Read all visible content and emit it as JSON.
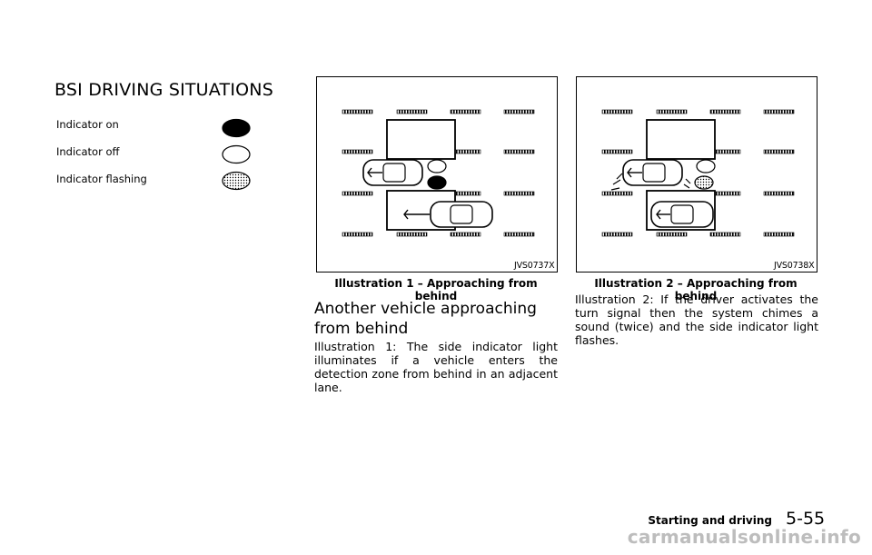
{
  "section_title": "BSI DRIVING SITUATIONS",
  "legend": [
    {
      "label": "Indicator on",
      "icon": "indicator-on-icon",
      "fill": "#000000"
    },
    {
      "label": "Indicator off",
      "icon": "indicator-off-icon",
      "fill": "#ffffff"
    },
    {
      "label": "Indicator flashing",
      "icon": "indicator-flashing-icon",
      "fill": "dotted"
    }
  ],
  "figure1": {
    "code": "JVS0737X",
    "caption": "Illustration 1 – Approaching from behind"
  },
  "figure2": {
    "code": "JVS0738X",
    "caption": "Illustration 2 – Approaching from behind"
  },
  "subheading": "Another vehicle approaching from behind",
  "paragraph1": "Illustration 1: The side indicator light illuminates if a vehicle enters the detection zone from behind in an adjacent lane.",
  "paragraph2": "Illustration 2: If the driver activates the turn signal then the system chimes a sound (twice) and the side indicator light flashes.",
  "footer": {
    "section": "Starting and driving",
    "page": "5-55"
  },
  "watermark": "carmanualsonline.info"
}
